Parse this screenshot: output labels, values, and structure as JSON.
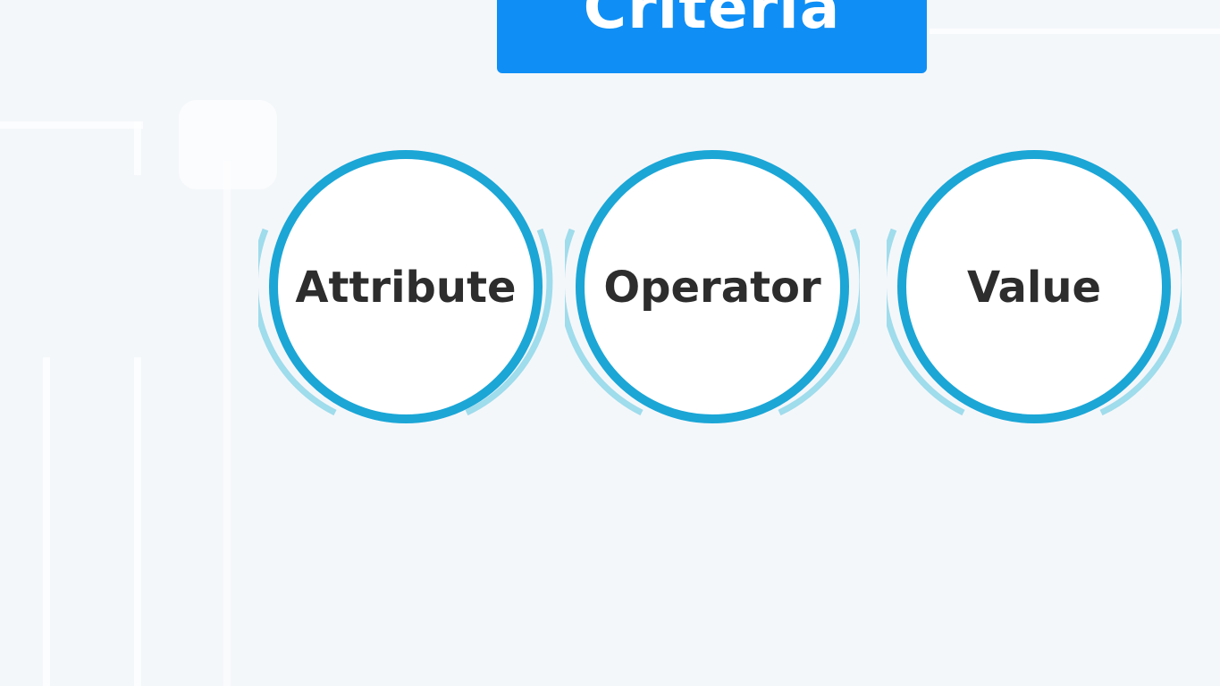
{
  "title": "Criteria",
  "circles": [
    {
      "label": "Attribute"
    },
    {
      "label": "Operator"
    },
    {
      "label": "Value"
    }
  ],
  "colors": {
    "title_background": "#0f8ff5",
    "ring": "#1ba6d6",
    "ring_outer": "#9fdcec",
    "background": "#f4f7fa",
    "label_text": "#2d2d2d"
  }
}
